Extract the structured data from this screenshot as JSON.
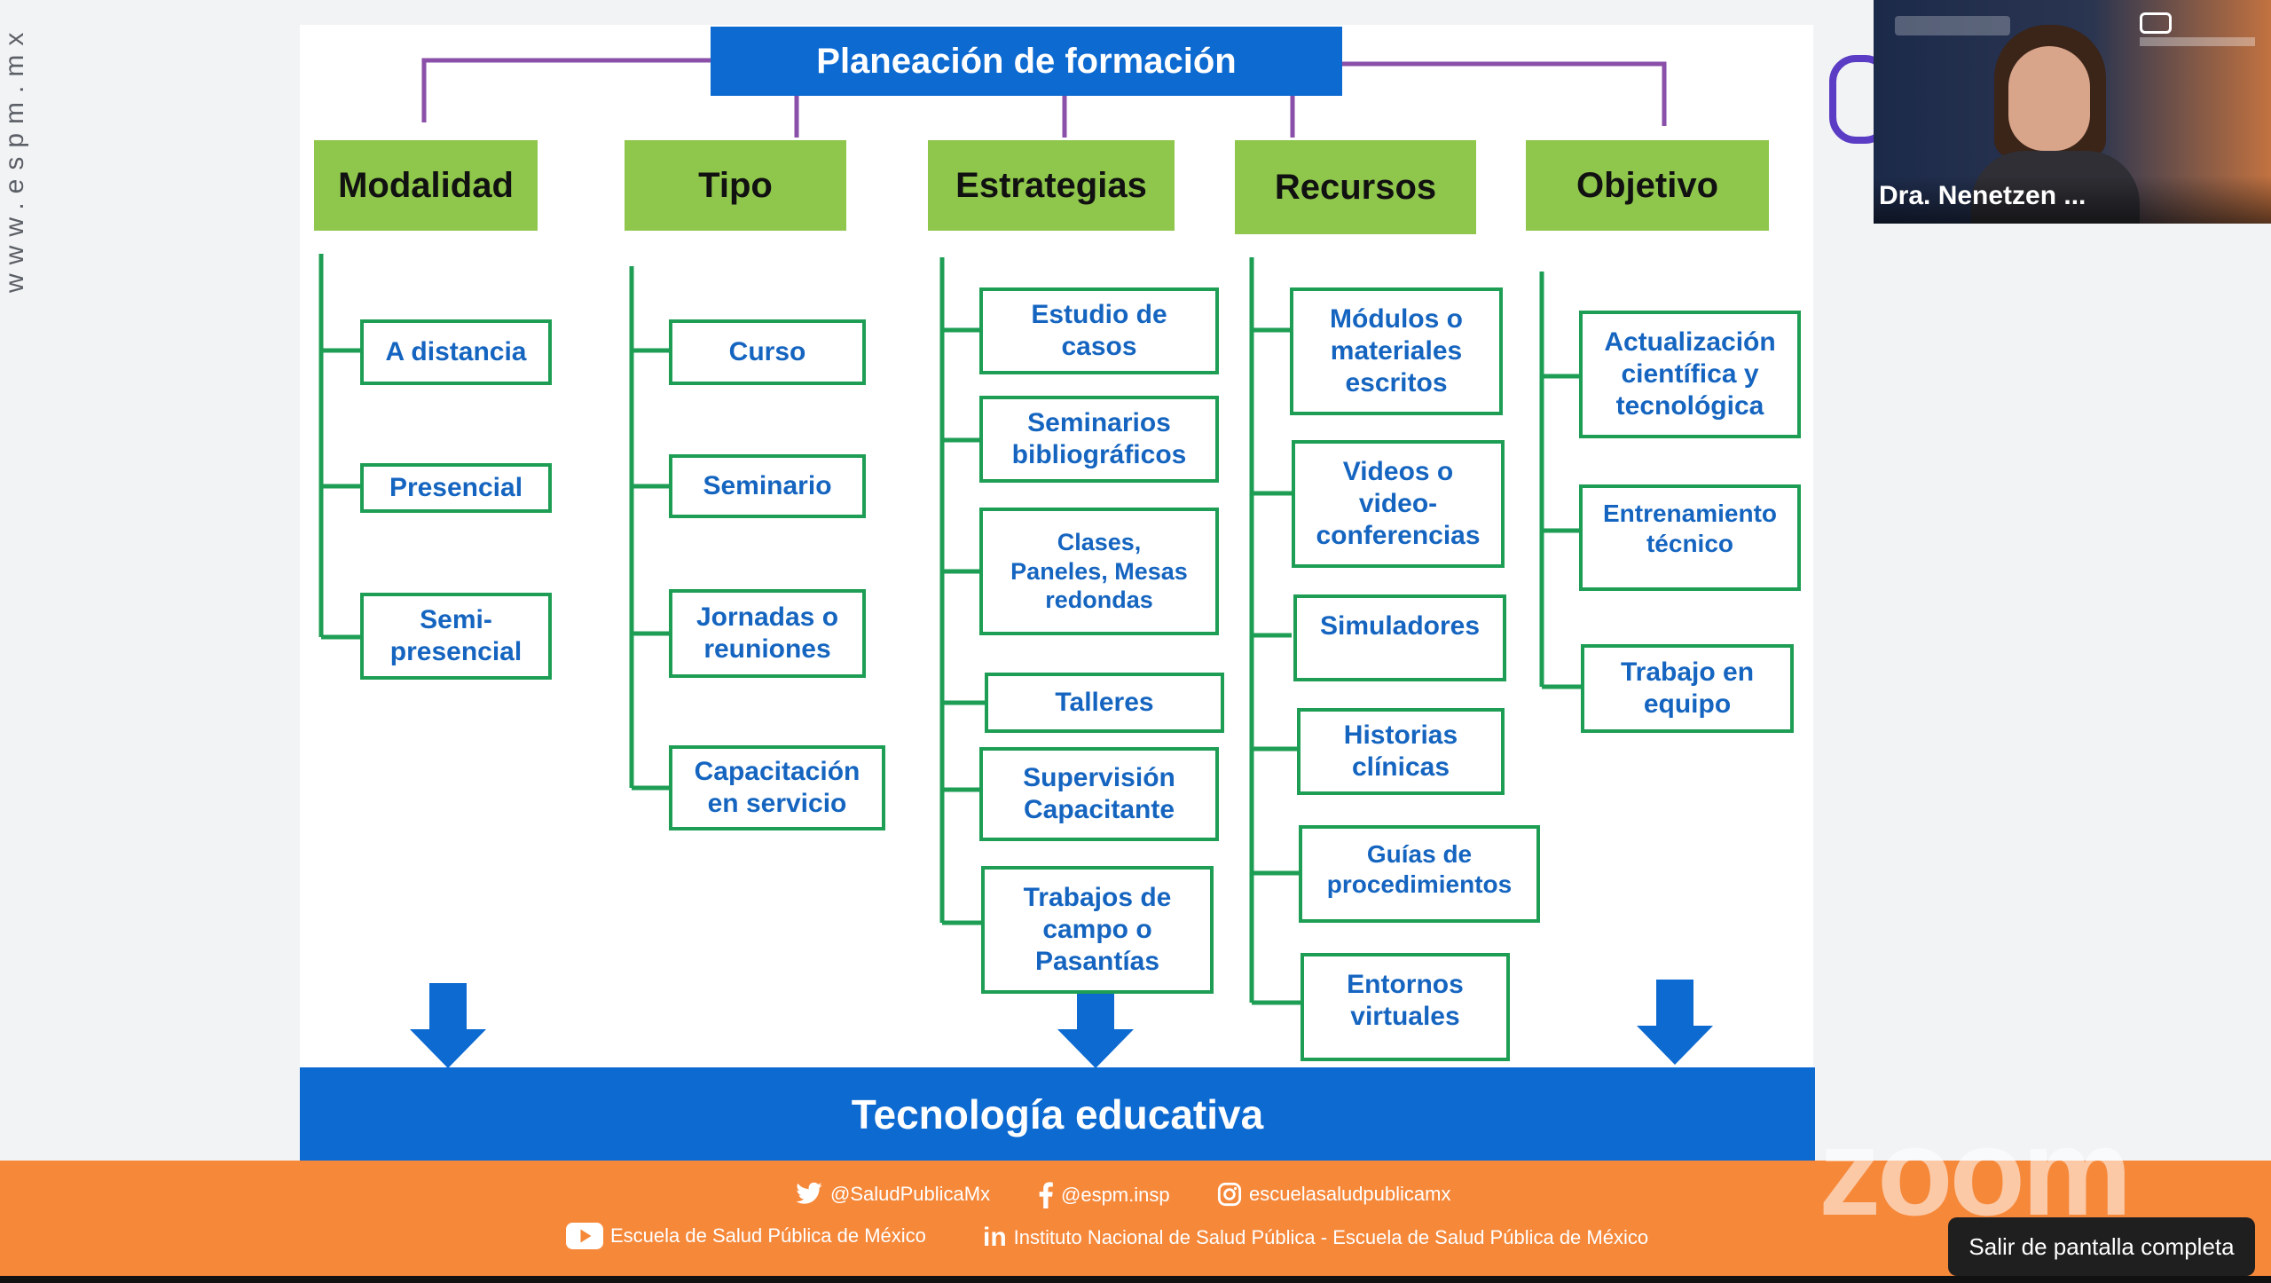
{
  "side_url": "www.espm.mx",
  "diagram": {
    "title": "Planeación de formación",
    "columns": [
      {
        "header": "Modalidad",
        "items": [
          "A distancia",
          "Presencial",
          "Semi-\npresencial"
        ]
      },
      {
        "header": "Tipo",
        "items": [
          "Curso",
          "Seminario",
          "Jornadas o\nreuniones",
          "Capacitación\nen servicio"
        ]
      },
      {
        "header": "Estrategias",
        "items": [
          "Estudio de\ncasos",
          "Seminarios\nbibliográficos",
          "Clases,\nPaneles, Mesas\nredondas",
          "Talleres",
          "Supervisión\nCapacitante",
          "Trabajos de\ncampo o\nPasantías"
        ]
      },
      {
        "header": "Recursos",
        "items": [
          "Módulos o\nmateriales\nescritos",
          "Videos o\nvideo-\nconferencias",
          "Simuladores",
          "Historias\nclínicas",
          "Guías de\nprocedimientos",
          "Entornos\nvirtuales"
        ]
      },
      {
        "header": "Objetivo",
        "items": [
          "Actualización\ncientífica y\ntecnológica",
          "Entrenamiento\ntécnico",
          "Trabajo en\nequipo"
        ]
      }
    ],
    "bottom": "Tecnología educativa",
    "colors": {
      "blue": "#0d6ad1",
      "green_header": "#8fc74c",
      "green_line": "#1e9e54",
      "purple_line": "#8a4fa8",
      "item_text": "#1565c0"
    }
  },
  "footer": {
    "twitter": "@SaludPublicaMx",
    "facebook": "@espm.insp",
    "instagram": "escuelasaludpublicamx",
    "youtube": "Escuela de Salud Pública de México",
    "linkedin": "Instituto Nacional de Salud Pública - Escuela de Salud Pública de México",
    "background": "#f6883a"
  },
  "video": {
    "participant_name": "Dra. Nenetzen ..."
  },
  "zoom_watermark": "zoom",
  "exit_fullscreen_label": "Salir de pantalla completa"
}
